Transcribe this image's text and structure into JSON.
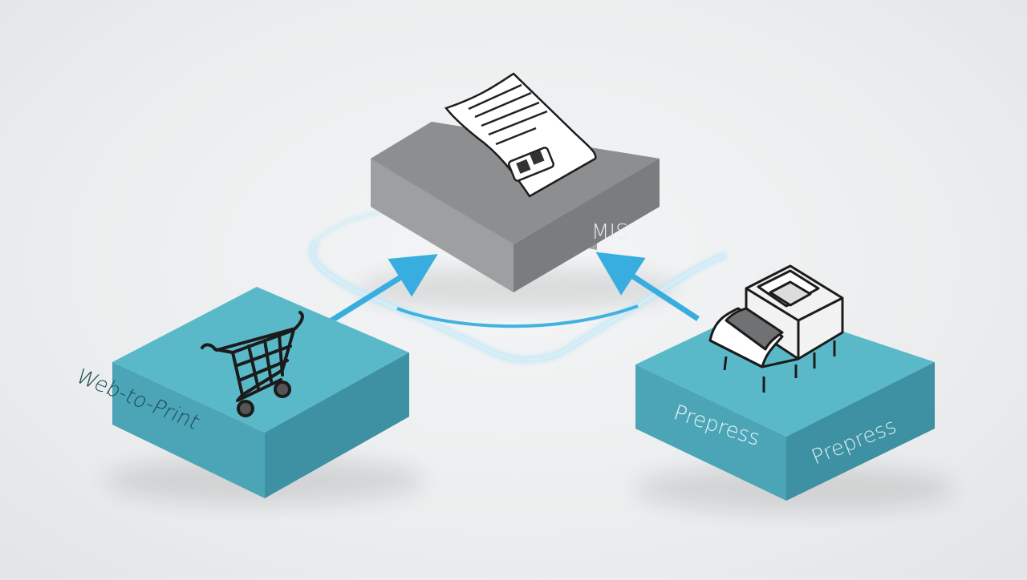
{
  "diagram": {
    "nodes": {
      "mis": {
        "label": "MIS",
        "icon": "document-icon"
      },
      "web_to_print": {
        "label": "Web-to-Print",
        "icon": "shopping-cart-icon"
      },
      "prepress": {
        "label_left": "Prepress",
        "label_right": "Prepress",
        "icon": "printer-icon"
      }
    },
    "connections": [
      {
        "from": "web_to_print",
        "to": "mis"
      },
      {
        "from": "prepress",
        "to": "mis"
      }
    ],
    "colors": {
      "mis_top": "#8c8d8f",
      "mis_left": "#a3a4a6",
      "mis_right": "#7a7b7d",
      "teal_top": "#5ab9c9",
      "teal_left": "#4ca5b6",
      "teal_right": "#3f93a4",
      "arrow": "#38aee0",
      "glow": "#bfe6f5"
    }
  }
}
